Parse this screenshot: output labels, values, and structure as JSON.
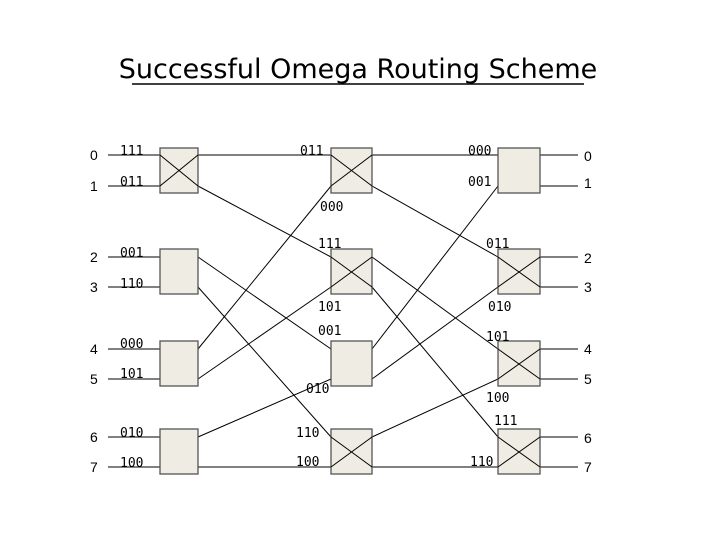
{
  "title": "Successful Omega Routing Scheme",
  "input_ports": [
    "0",
    "1",
    "2",
    "3",
    "4",
    "5",
    "6",
    "7"
  ],
  "output_ports": [
    "0",
    "1",
    "2",
    "3",
    "4",
    "5",
    "6",
    "7"
  ],
  "input_addresses": [
    "111",
    "011",
    "001",
    "110",
    "000",
    "101",
    "010",
    "100"
  ],
  "stage2_addresses": [
    "011",
    "000",
    "111",
    "101",
    "001",
    "010",
    "110",
    "100"
  ],
  "stage3_addresses": [
    "000",
    "001",
    "011",
    "010",
    "101",
    "100",
    "111",
    "110"
  ],
  "switch_states": {
    "stage1": [
      "cross",
      "straight",
      "straight",
      "straight"
    ],
    "stage2": [
      "cross",
      "cross",
      "straight",
      "cross"
    ],
    "stage3": [
      "straight",
      "cross",
      "cross",
      "cross"
    ]
  }
}
